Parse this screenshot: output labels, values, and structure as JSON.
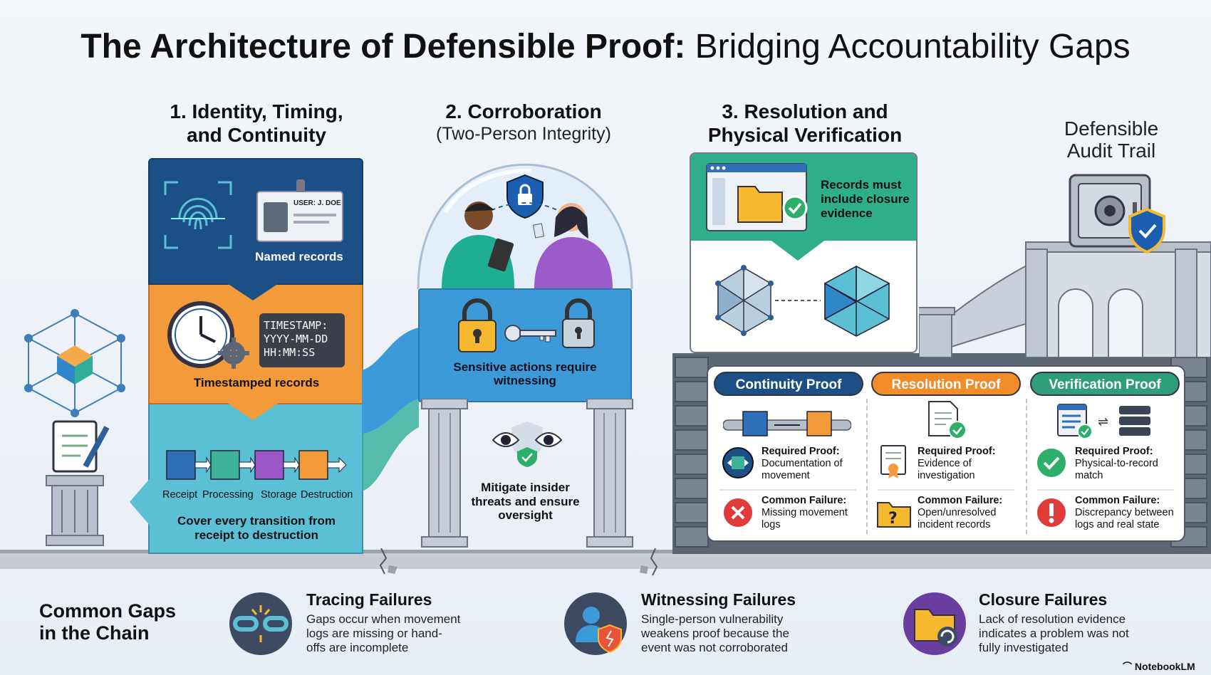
{
  "title": {
    "bold": "The Architecture of Defensible Proof:",
    "rest": "Bridging Accountability Gaps"
  },
  "col1": {
    "heading": "1. Identity, Timing,\nand Continuity",
    "badge_text": "USER: J. DOE",
    "named_records": "Named records",
    "timestamp": "TIMESTAMP:\nYYYY-MM-DD\nHH:MM:SS",
    "timestamped_records": "Timestamped records",
    "stages": [
      "Receipt",
      "Processing",
      "Storage",
      "Destruction"
    ],
    "transition_text": "Cover every transition from\nreceipt to destruction"
  },
  "col2": {
    "heading": "2. Corroboration",
    "subheading": "(Two-Person Integrity)",
    "witness_text": "Sensitive actions require\nwitnessing",
    "insider_text": "Mitigate insider\nthreats and ensure\noversight"
  },
  "col3": {
    "heading": "3. Resolution and\nPhysical Verification",
    "closure_text": "Records must\ninclude closure\nevidence"
  },
  "audit": {
    "heading": "Defensible\nAudit Trail"
  },
  "proofs": [
    {
      "name": "Continuity Proof",
      "color": "#1c4f86",
      "required_label": "Required Proof:",
      "required": "Documentation of\nmovement",
      "failure_label": "Common Failure:",
      "failure": "Missing movement\nlogs"
    },
    {
      "name": "Resolution Proof",
      "color": "#f28c28",
      "required_label": "Required Proof:",
      "required": "Evidence of\ninvestigation",
      "failure_label": "Common Failure:",
      "failure": "Open/unresolved\nincident records"
    },
    {
      "name": "Verification Proof",
      "color": "#2f9e7a",
      "required_label": "Required Proof:",
      "required": "Physical-to-record\nmatch",
      "failure_label": "Common Failure:",
      "failure": "Discrepancy between\nlogs and real state"
    }
  ],
  "gaps": {
    "heading": "Common Gaps\nin the Chain",
    "items": [
      {
        "title": "Tracing Failures",
        "desc": "Gaps occur when movement\nlogs are missing or hand-\noffs are incomplete"
      },
      {
        "title": "Witnessing Failures",
        "desc": "Single-person vulnerability\nweakens proof because the\nevent was not corroborated"
      },
      {
        "title": "Closure Failures",
        "desc": "Lack of resolution evidence\nindicates a problem was not\nfully investigated"
      }
    ]
  },
  "brand": "NotebookLM",
  "colors": {
    "navy": "#1c4f86",
    "orange": "#f28c28",
    "cyan": "#5bc0d6",
    "blue": "#3d9ad8",
    "teal": "#2f9e7a",
    "stone": "#5d6675"
  }
}
